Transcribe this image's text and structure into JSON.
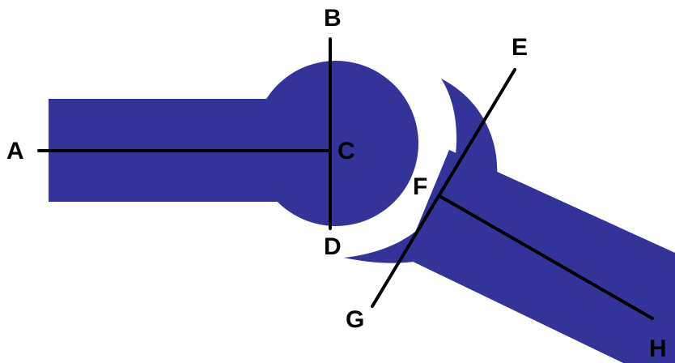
{
  "diagram": {
    "colors": {
      "shape_fill": "#333399",
      "line_color": "#000000",
      "background": "#ffffff"
    },
    "labels": {
      "a": "A",
      "b": "B",
      "c": "C",
      "d": "D",
      "e": "E",
      "f": "F",
      "g": "G",
      "h": "H"
    }
  }
}
